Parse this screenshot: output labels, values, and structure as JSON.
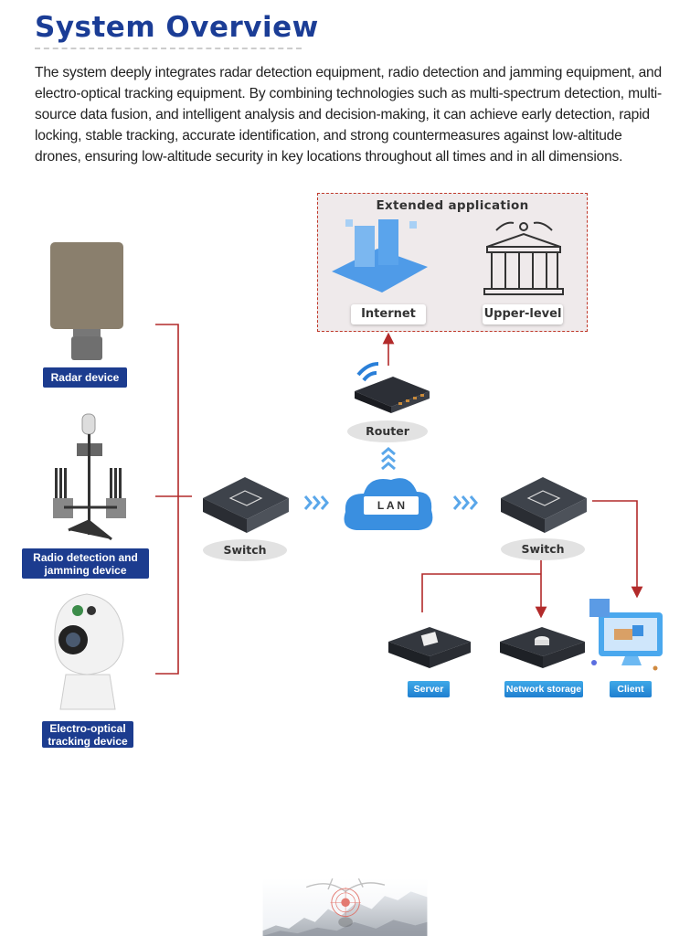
{
  "header": {
    "title": "System Overview"
  },
  "intro": "The system deeply integrates radar detection equipment, radio detection and jamming equipment, and electro-optical tracking equipment. By combining technologies such as multi-spectrum detection, multi-source data fusion, and intelligent analysis and decision-making, it can achieve early detection, rapid locking, stable tracking, accurate identification, and strong countermeasures against low-altitude drones, ensuring low-altitude security in key locations throughout all times and in all dimensions.",
  "extended": {
    "title": "Extended application",
    "internet": "Internet",
    "upper": "Upper-level"
  },
  "network": {
    "router": "Router",
    "lan": "L A N",
    "switch_left": "Switch",
    "switch_right": "Switch"
  },
  "devices": {
    "radar": "Radar device",
    "radio": "Radio detection and jamming device",
    "eo": "Electro-optical tracking device"
  },
  "outputs": {
    "server": "Server",
    "storage": "Network storage",
    "client": "Client"
  },
  "colors": {
    "title": "#1b3d96",
    "connector": "#b22a2a",
    "label_navy": "#1c3c8f",
    "label_cyan": "#2a8fdc",
    "accent_blue": "#3b8fe0"
  }
}
